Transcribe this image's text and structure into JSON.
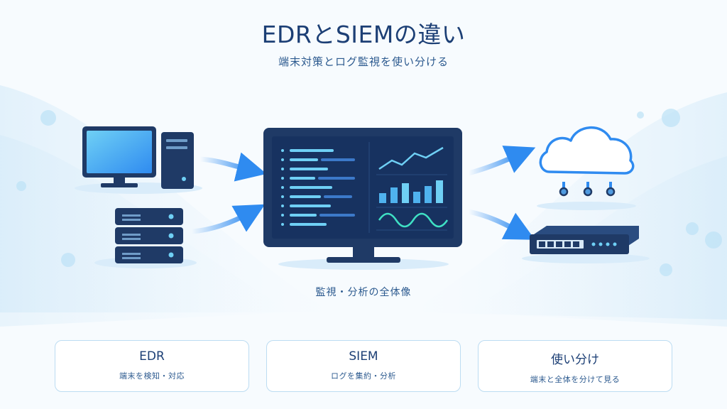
{
  "header": {
    "title": "EDRとSIEMの違い",
    "subtitle": "端末対策とログ監視を使い分ける"
  },
  "diagram": {
    "caption": "監視・分析の全体像",
    "icons": [
      "desktop-pc-icon",
      "server-stack-icon",
      "monitor-dashboard-icon",
      "cloud-icon",
      "network-switch-icon"
    ],
    "colors": {
      "primary": "#1c3f75",
      "accent": "#2f8bf0",
      "light_accent": "#6fd0f5",
      "card_border": "#bcdcf2"
    }
  },
  "cards": [
    {
      "title": "EDR",
      "desc": "端末を検知・対応"
    },
    {
      "title": "SIEM",
      "desc": "ログを集約・分析"
    },
    {
      "title": "使い分け",
      "desc": "端末と全体を分けて見る"
    }
  ]
}
